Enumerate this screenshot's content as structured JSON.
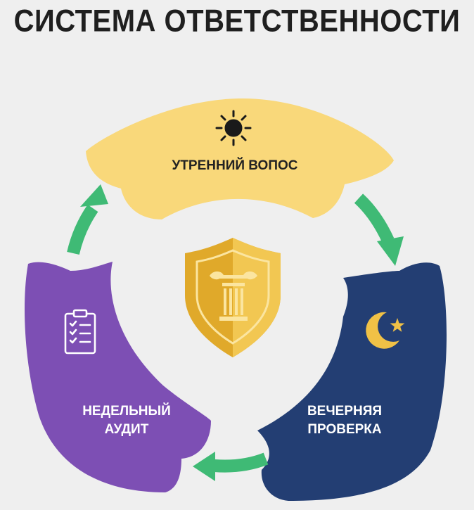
{
  "title": "СИСТЕМА ОТВЕТСТВЕННОСТИ",
  "segments": {
    "morning": {
      "label": "УТРЕННИЙ ВОПОС",
      "icon": "sun-icon",
      "color": "#f9d87a"
    },
    "evening": {
      "line1": "ВЕЧЕРНЯЯ",
      "line2": "ПРОВЕРКА",
      "icon": "moon-star-icon",
      "color": "#233e73"
    },
    "weekly": {
      "line1": "НЕДЕЛЬНЫЙ",
      "line2": "АУДИТ",
      "icon": "clipboard-checklist-icon",
      "color": "#7d4fb4"
    }
  },
  "center": {
    "icon": "shield-pillar-icon",
    "color": "#e7b83d"
  },
  "arrows": {
    "color": "#3fba75"
  }
}
